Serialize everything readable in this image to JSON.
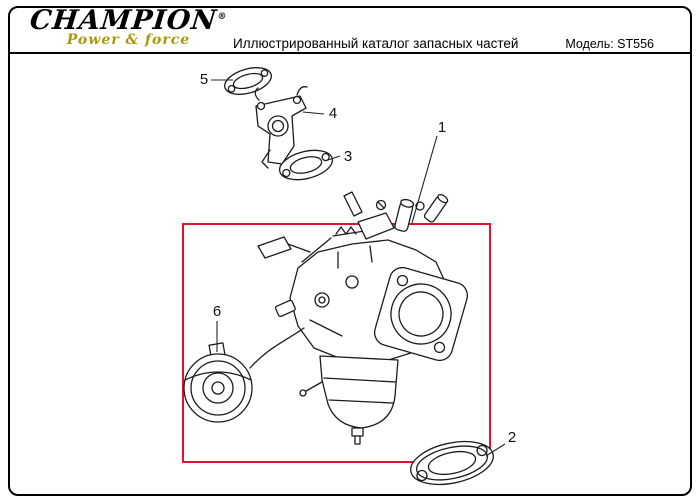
{
  "header": {
    "brand": "CHAMPION",
    "registered_mark": "®",
    "tagline": "Power & force",
    "brand_gold": "#a8980f",
    "title": "Иллюстрированный каталог запасных частей",
    "model": "Модель: ST556"
  },
  "diagram": {
    "type": "exploded-parts-drawing",
    "highlight_color": "#e8112d",
    "line_color": "#1c1c1c",
    "callouts": [
      {
        "label": "1"
      },
      {
        "label": "2"
      },
      {
        "label": "3"
      },
      {
        "label": "4"
      },
      {
        "label": "5"
      },
      {
        "label": "6"
      }
    ]
  }
}
